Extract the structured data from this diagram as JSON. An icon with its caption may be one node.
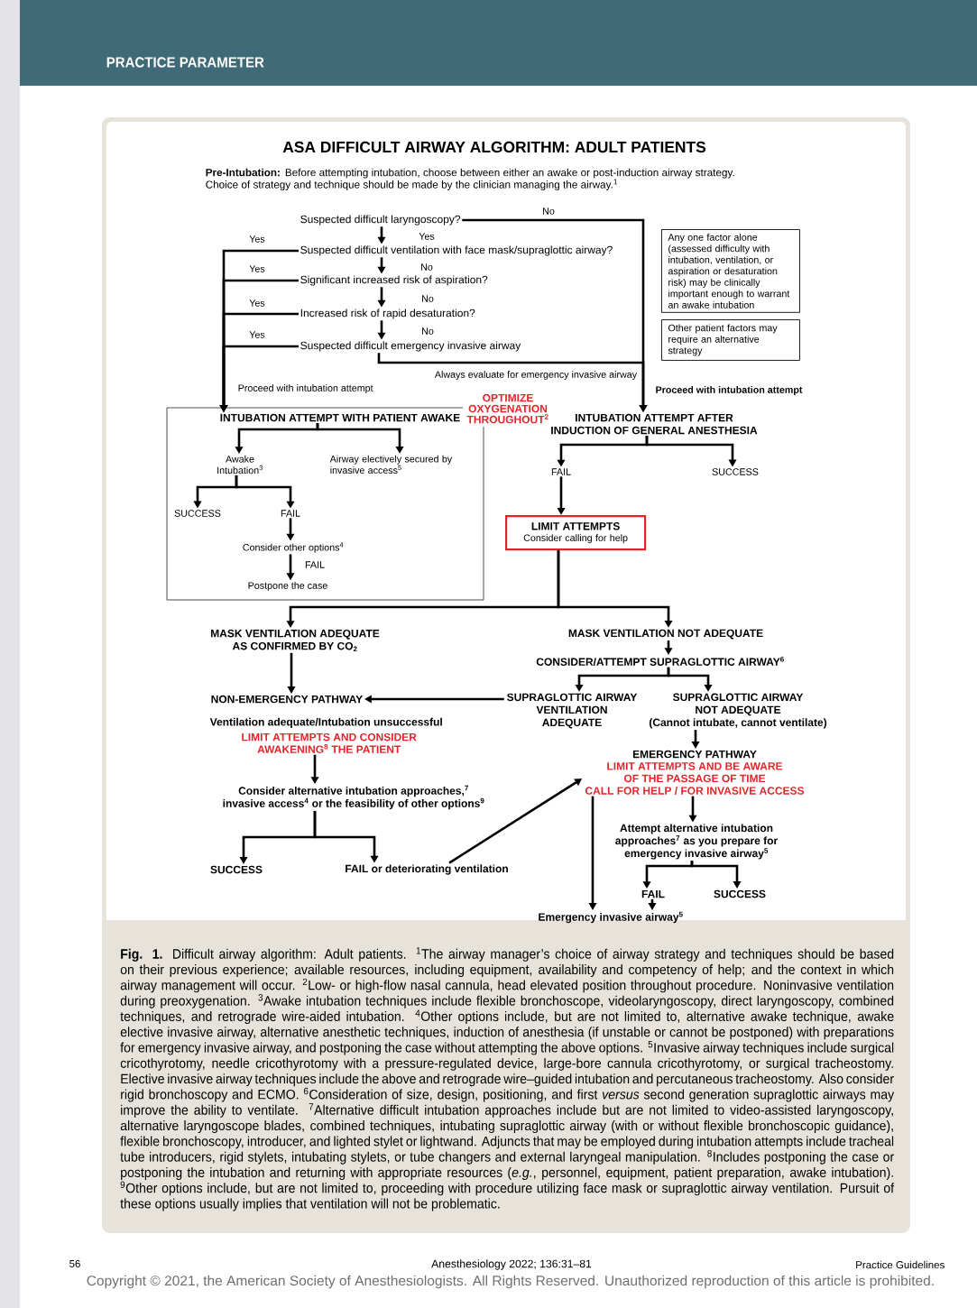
{
  "diagram": {
    "title": "ASA DIFFICULT AIRWAY ALGORITHM: ADULT PATIENTS",
    "caption": "**Fig. 1.** Difficult airway algorithm: Adult patients. $^{1}$The airway manager’s choice of airway strategy and techniques should be based on their previous experience; available resources, including equipment, availability and competency of help; and the context in which airway management will occur. $^{2}$Low- or high-flow nasal cannula, head elevated position throughout procedure. Noninvasive ventilation during preoxygenation. $^{3}$Awake intubation techniques include flexible bronchoscope, videolaryngoscopy, direct laryngoscopy, combined techniques, and retrograde wire-aided intubation. $^{4}$Other options include, but are not limited to, alternative awake technique, awake elective invasive airway, alternative anesthetic techniques, induction of anesthesia (if unstable or cannot be postponed) with preparations for emergency invasive airway, and postponing the case without attempting the above options. $^{5}$Invasive airway techniques include surgical cricothyrotomy, needle cricothyrotomy with a pressure-regulated device, large-bore cannula cricothyrotomy, or surgical tracheostomy. Elective invasive airway techniques include the above and retrograde wire–guided intubation and percutaneous tracheostomy. Also consider rigid bronchoscopy and ECMO. $^{6}$Consideration of size, design, positioning, and first *versus* second generation supraglottic airways may improve the ability to ventilate. $^{7}$Alternative difficult intubation approaches include but are not limited to video-assisted laryngoscopy, alternative laryngoscope blades, combined techniques, intubating supraglottic airway (with or without flexible bronchoscopic guidance), flexible bronchoscopy, introducer, and lighted stylet or lightwand. Adjuncts that may be employed during intubation attempts include tracheal tube introducers, rigid stylets, intubating stylets, or tube changers and external laryngeal manipulation. $^{8}$Includes postponing the case or postponing the intubation and returning with appropriate resources (*e.g.*, personnel, equipment, patient preparation, awake intubation). $^{9}$Other options include, but are not limited to, proceeding with procedure utilizing face mask or supraglottic airway ventilation. Pursuit of these options usually implies that ventilation will not be problematic.",
    "nodes": [
      {
        "text": [
          "Suspected difficult laryngoscopy?"
        ]
      },
      {
        "text": [
          "Suspected difficult ventilation with face mask/supraglottic airway?"
        ]
      },
      {
        "text": [
          "Significant increased risk of aspiration?"
        ]
      },
      {
        "text": [
          "Increased risk of rapid desaturation?"
        ]
      },
      {
        "text": [
          "Suspected difficult emergency invasive airway"
        ]
      },
      {
        "text": [
          "Any one factor alone (assessed difficulty with intubation, ventilation, or aspiration or desaturation risk) may be clinically important enough to warrant an awake intubation"
        ]
      },
      {
        "text": [
          "Other patient factors may require an alternative strategy"
        ]
      },
      {
        "text": [],
        "shape": "box"
      },
      {
        "text": [
          "INTUBATION ATTEMPT WITH PATIENT AWAKE"
        ],
        "in": 7
      },
      {
        "text": [
          "Awake Intubation$^{3}$"
        ],
        "in": 7
      },
      {
        "text": [
          "Airway electively secured by invasive access$^{5}$"
        ],
        "in": 7
      },
      {
        "text": [
          "SUCCESS"
        ],
        "in": 7
      },
      {
        "text": [
          "FAIL"
        ],
        "in": 7
      },
      {
        "text": [
          "Consider other options$^{4}$"
        ],
        "in": 7
      },
      {
        "text": [
          "Postpone the case"
        ],
        "in": 7
      },
      {
        "text": [
          "INTUBATION ATTEMPT AFTER INDUCTION OF GENERAL ANESTHESIA"
        ]
      },
      {
        "text": [
          "FAIL"
        ]
      },
      {
        "text": [
          "SUCCESS"
        ]
      },
      {
        "text": [
          "LIMIT ATTEMPTS",
          "Consider calling for help"
        ]
      },
      {
        "text": [
          "MASK VENTILATION ADEQUATE AS CONFIRMED BY CO$_{2}$"
        ]
      },
      {
        "text": [
          "MASK VENTILATION NOT ADEQUATE"
        ]
      },
      {
        "text": [
          "CONSIDER/ATTEMPT SUPRAGLOTTIC AIRWAY$^{6}$"
        ]
      },
      {
        "text": [
          "NON-EMERGENCY PATHWAY"
        ]
      },
      {
        "text": [
          "SUPRAGLOTTIC AIRWAY VENTILATION ADEQUATE"
        ]
      },
      {
        "text": [
          "SUPRAGLOTTIC AIRWAY NOT ADEQUATE",
          "(Cannot intubate, cannot ventilate)"
        ]
      },
      {
        "text": [
          "Ventilation adequate/Intubation unsuccessful",
          "LIMIT ATTEMPTS AND CONSIDER AWAKENING$^{8}$ THE PATIENT"
        ]
      },
      {
        "text": [
          "EMERGENCY PATHWAY"
        ]
      },
      {
        "text": [
          "LIMIT ATTEMPTS AND BE AWARE OF THE PASSAGE OF TIME",
          "CALL FOR HELP / FOR INVASIVE ACCESS"
        ]
      },
      {
        "text": [
          "Consider alternative intubation approaches,$^{7}$ invasive access$^{4}$ or the feasibility of other options$^{9}$"
        ]
      },
      {
        "text": [
          "Attempt alternative intubation approaches$^{7}$ as you prepare for emergency invasive airway$^{5}$"
        ]
      },
      {
        "text": [
          "SUCCESS"
        ]
      },
      {
        "text": [
          "FAIL or deteriorating ventilation"
        ]
      },
      {
        "text": [
          "FAIL"
        ]
      },
      {
        "text": [
          "SUCCESS"
        ]
      },
      {
        "text": [
          "Emergency invasive airway$^{5}$"
        ]
      }
    ],
    "edges": [
      {
        "from": 0,
        "to": 1,
        "arrow": "to",
        "label": "Yes"
      },
      {
        "from": 1,
        "to": 2,
        "arrow": "to",
        "label": "No"
      },
      {
        "from": 2,
        "to": 3,
        "arrow": "to",
        "label": "No"
      },
      {
        "from": 3,
        "to": 4,
        "arrow": "to",
        "label": "No"
      },
      {
        "from": 1,
        "to": 8,
        "arrow": "to",
        "label": "Yes"
      },
      {
        "from": 2,
        "to": 8,
        "arrow": "to",
        "label": "Yes"
      },
      {
        "from": 3,
        "to": 8,
        "arrow": "to",
        "label": "Yes"
      },
      {
        "from": 4,
        "to": 8,
        "arrow": "to",
        "label": "Yes"
      },
      {
        "from": 0,
        "to": 15,
        "arrow": "to",
        "label": "No"
      },
      {
        "from": 4,
        "to": 15,
        "arrow": "to",
        "label": "Always evaluate for emergency invasive airway"
      },
      {
        "from": 8,
        "to": 9,
        "arrow": "to"
      },
      {
        "from": 8,
        "to": 10,
        "arrow": "to"
      },
      {
        "from": 9,
        "to": 11,
        "arrow": "to"
      },
      {
        "from": 9,
        "to": 12,
        "arrow": "to"
      },
      {
        "from": 12,
        "to": 13,
        "arrow": "to"
      },
      {
        "from": 13,
        "to": 14,
        "arrow": "to",
        "label": "FAIL"
      },
      {
        "from": 15,
        "to": 16,
        "arrow": "to"
      },
      {
        "from": 15,
        "to": 17,
        "arrow": "to"
      },
      {
        "from": 16,
        "to": 18,
        "arrow": "to"
      },
      {
        "from": 18,
        "to": 19,
        "arrow": "to"
      },
      {
        "from": 18,
        "to": 20,
        "arrow": "to"
      },
      {
        "from": 19,
        "to": 22,
        "arrow": "to"
      },
      {
        "from": 20,
        "to": 21,
        "arrow": "to"
      },
      {
        "from": 21,
        "to": 23,
        "arrow": "to"
      },
      {
        "from": 21,
        "to": 24,
        "arrow": "to"
      },
      {
        "from": 23,
        "to": 22,
        "arrow": "to"
      },
      {
        "from": 24,
        "to": 26,
        "arrow": "to"
      },
      {
        "from": 25,
        "to": 28,
        "arrow": "to"
      },
      {
        "from": 28,
        "to": 30,
        "arrow": "to"
      },
      {
        "from": 28,
        "to": 31,
        "arrow": "to"
      },
      {
        "from": 31,
        "to": 27,
        "arrow": "to"
      },
      {
        "from": 27,
        "to": 29,
        "arrow": "to"
      },
      {
        "from": 27,
        "to": 34,
        "arrow": "to"
      },
      {
        "from": 29,
        "to": 32,
        "arrow": "to"
      },
      {
        "from": 29,
        "to": 33,
        "arrow": "to"
      },
      {
        "from": 32,
        "to": 34,
        "arrow": "to"
      }
    ],
    "labels": [
      "PRACTICE PARAMETER",
      "**Pre-Intubation:** Before attempting intubation, choose between either an awake or post-induction airway strategy. Choice of strategy and technique should be made by the clinician managing the airway.$^{1}$",
      "Proceed with intubation attempt",
      "Proceed with intubation attempt",
      "OPTIMIZE OXYGENATION THROUGHOUT$^{2}$",
      "56",
      "Anesthesiology 2022; 136:31–81",
      "Practice Guidelines",
      "Copyright © 2021, the American Society of Anesthesiologists. All Rights Reserved. Unauthorized reproduction of this article is prohibited."
    ]
  }
}
